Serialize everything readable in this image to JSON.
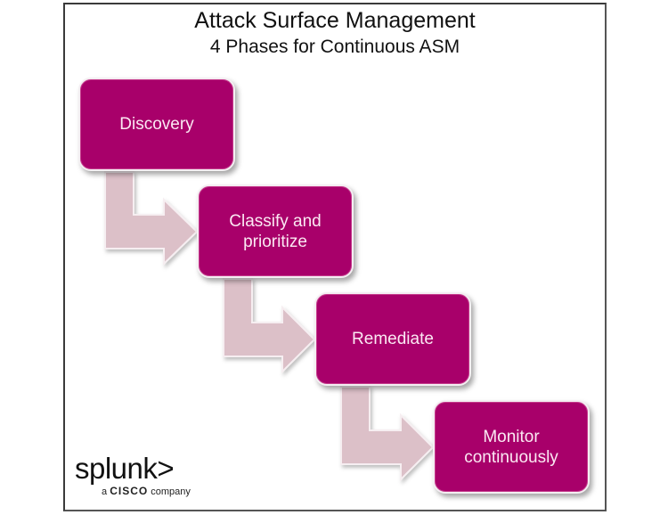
{
  "title": "Attack Surface Management",
  "subtitle": "4 Phases for Continuous ASM",
  "colors": {
    "phase_box": "#a8006a",
    "arrow": "#dcc0c8",
    "text_on_box": "#fbe9f3"
  },
  "phases": [
    {
      "label_lines": [
        "Discovery"
      ]
    },
    {
      "label_lines": [
        "Classify and",
        "prioritize"
      ]
    },
    {
      "label_lines": [
        "Remediate"
      ]
    },
    {
      "label_lines": [
        "Monitor",
        "continuously"
      ]
    }
  ],
  "logo": {
    "brand": "splunk>",
    "tagline_prefix": "a",
    "tagline_company": "CISCO",
    "tagline_suffix": "company"
  }
}
